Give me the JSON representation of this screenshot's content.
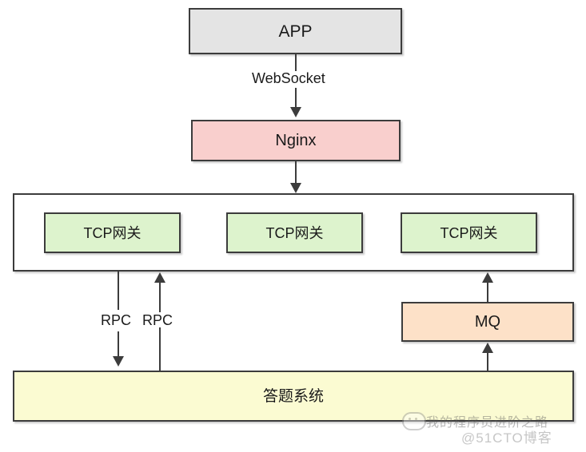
{
  "diagram": {
    "title": "IM / Quiz system architecture",
    "background": "#ffffff",
    "stroke_color": "#3c3c3c"
  },
  "nodes": {
    "app": {
      "label": "APP",
      "fill": "#e4e4e4"
    },
    "nginx": {
      "label": "Nginx",
      "fill": "#f9cfcd"
    },
    "gateway_container": {
      "label": "",
      "fill": "#ffffff"
    },
    "gateways": [
      {
        "label": "TCP网关",
        "fill": "#ddf3cd"
      },
      {
        "label": "TCP网关",
        "fill": "#ddf3cd"
      },
      {
        "label": "TCP网关",
        "fill": "#ddf3cd"
      }
    ],
    "mq": {
      "label": "MQ",
      "fill": "#fde1c8"
    },
    "quiz_system": {
      "label": "答题系统",
      "fill": "#fbfbd2"
    }
  },
  "edges": {
    "app_to_nginx": {
      "label": "WebSocket",
      "direction": "down"
    },
    "nginx_to_gateway": {
      "label": "",
      "direction": "down"
    },
    "gateway_to_quiz_rpc": {
      "label": "RPC",
      "direction": "down"
    },
    "quiz_to_gateway_rpc": {
      "label": "RPC",
      "direction": "up"
    },
    "quiz_to_mq": {
      "label": "",
      "direction": "up"
    },
    "mq_to_gateway": {
      "label": "",
      "direction": "up"
    }
  },
  "watermark": {
    "logo": "chat-bubble-icon",
    "line1": "我的程序员进阶之路",
    "line2": "@51CTO博客"
  }
}
